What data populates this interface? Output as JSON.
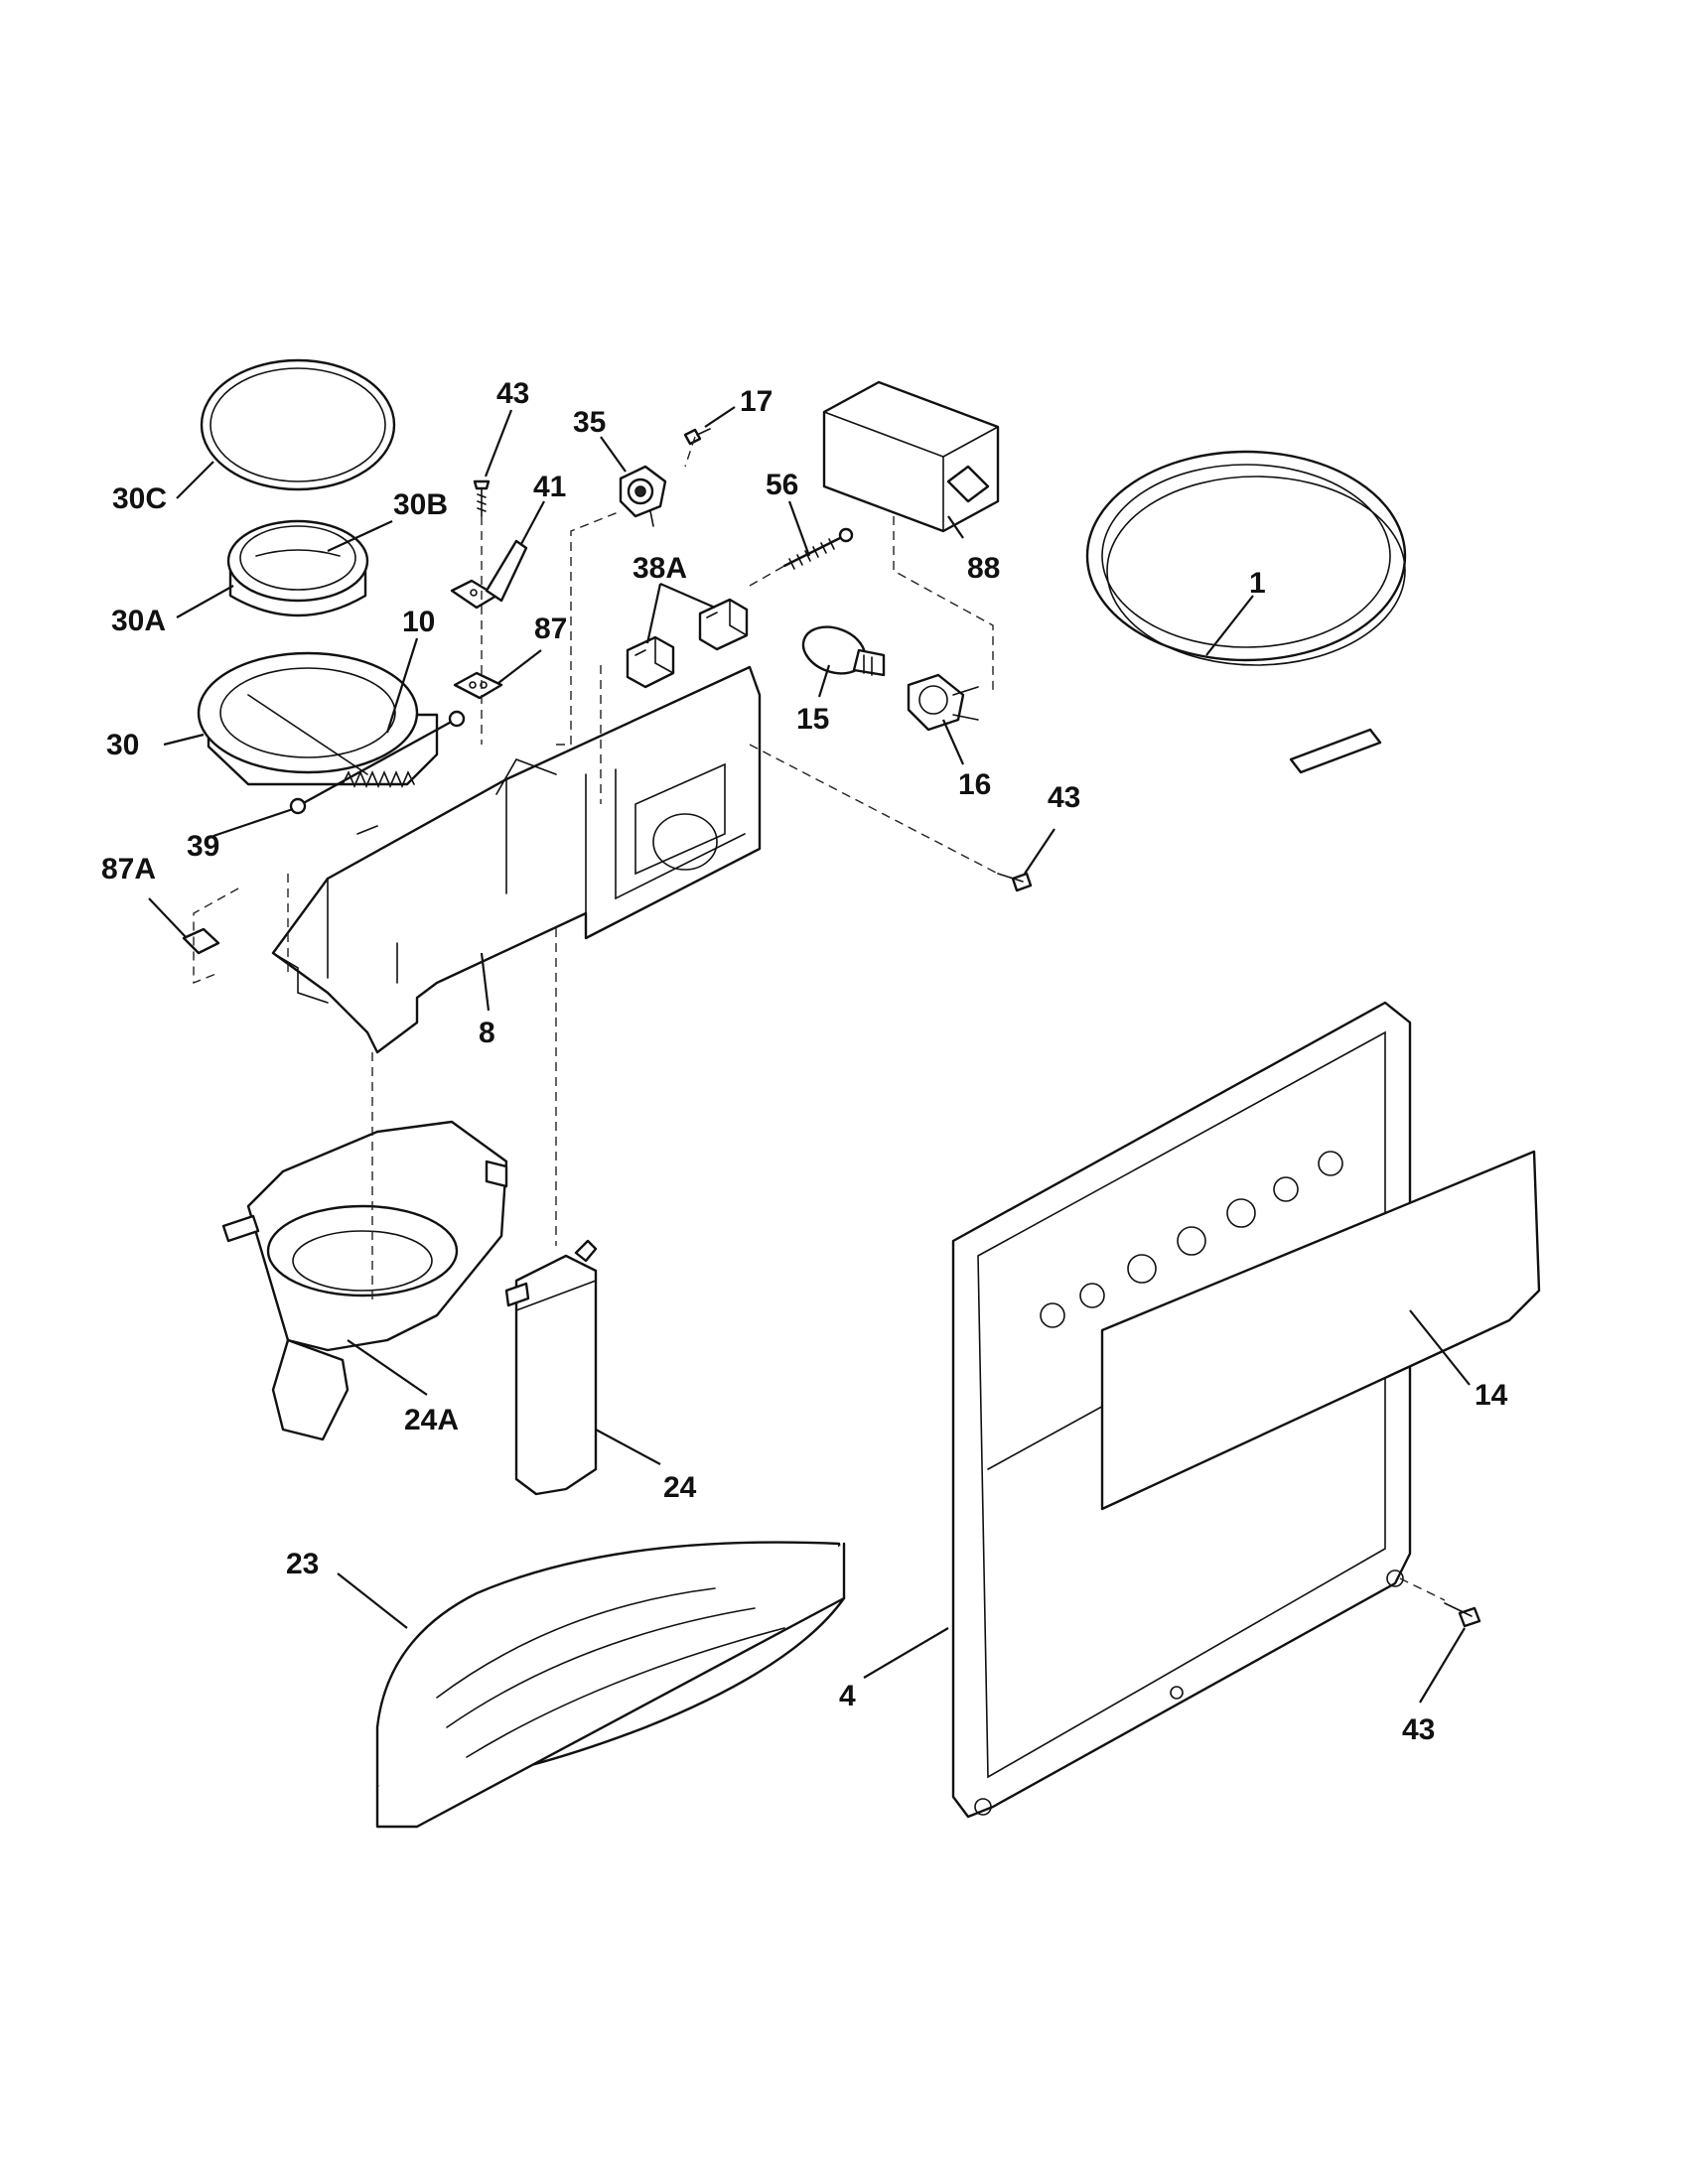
{
  "callouts": [
    {
      "key": "p30C",
      "text": "30C"
    },
    {
      "key": "p30B",
      "text": "30B"
    },
    {
      "key": "p30A",
      "text": "30A"
    },
    {
      "key": "p30",
      "text": "30"
    },
    {
      "key": "p10",
      "text": "10"
    },
    {
      "key": "p39",
      "text": "39"
    },
    {
      "key": "p87A",
      "text": "87A"
    },
    {
      "key": "p43a",
      "text": "43"
    },
    {
      "key": "p41",
      "text": "41"
    },
    {
      "key": "p87",
      "text": "87"
    },
    {
      "key": "p35",
      "text": "35"
    },
    {
      "key": "p17",
      "text": "17"
    },
    {
      "key": "p38A",
      "text": "38A"
    },
    {
      "key": "p56",
      "text": "56"
    },
    {
      "key": "p88",
      "text": "88"
    },
    {
      "key": "p1",
      "text": "1"
    },
    {
      "key": "p15",
      "text": "15"
    },
    {
      "key": "p16",
      "text": "16"
    },
    {
      "key": "p43b",
      "text": "43"
    },
    {
      "key": "p8",
      "text": "8"
    },
    {
      "key": "p24A",
      "text": "24A"
    },
    {
      "key": "p24",
      "text": "24"
    },
    {
      "key": "p23",
      "text": "23"
    },
    {
      "key": "p14",
      "text": "14"
    },
    {
      "key": "p4",
      "text": "4"
    },
    {
      "key": "p43c",
      "text": "43"
    }
  ],
  "colors": {
    "line": "#111111",
    "background": "#ffffff"
  }
}
